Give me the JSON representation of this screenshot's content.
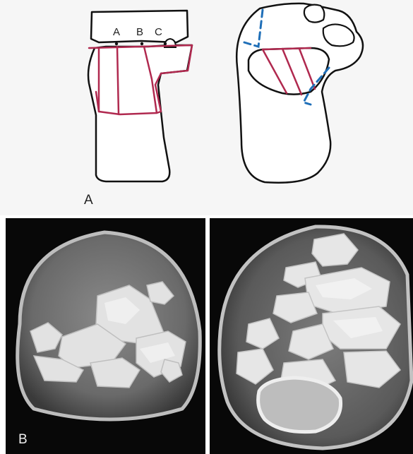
{
  "panel_a": {
    "label": "A",
    "markers": [
      "A",
      "B",
      "C"
    ],
    "colors": {
      "outline": "#111111",
      "fracture": "#b0294f",
      "cut": "#1f6fb8"
    }
  },
  "panel_b": {
    "label": "B",
    "colors": {
      "background": "#080808",
      "bone": "#e6e6e6",
      "soft_tissue": "#9a9a9a"
    }
  }
}
